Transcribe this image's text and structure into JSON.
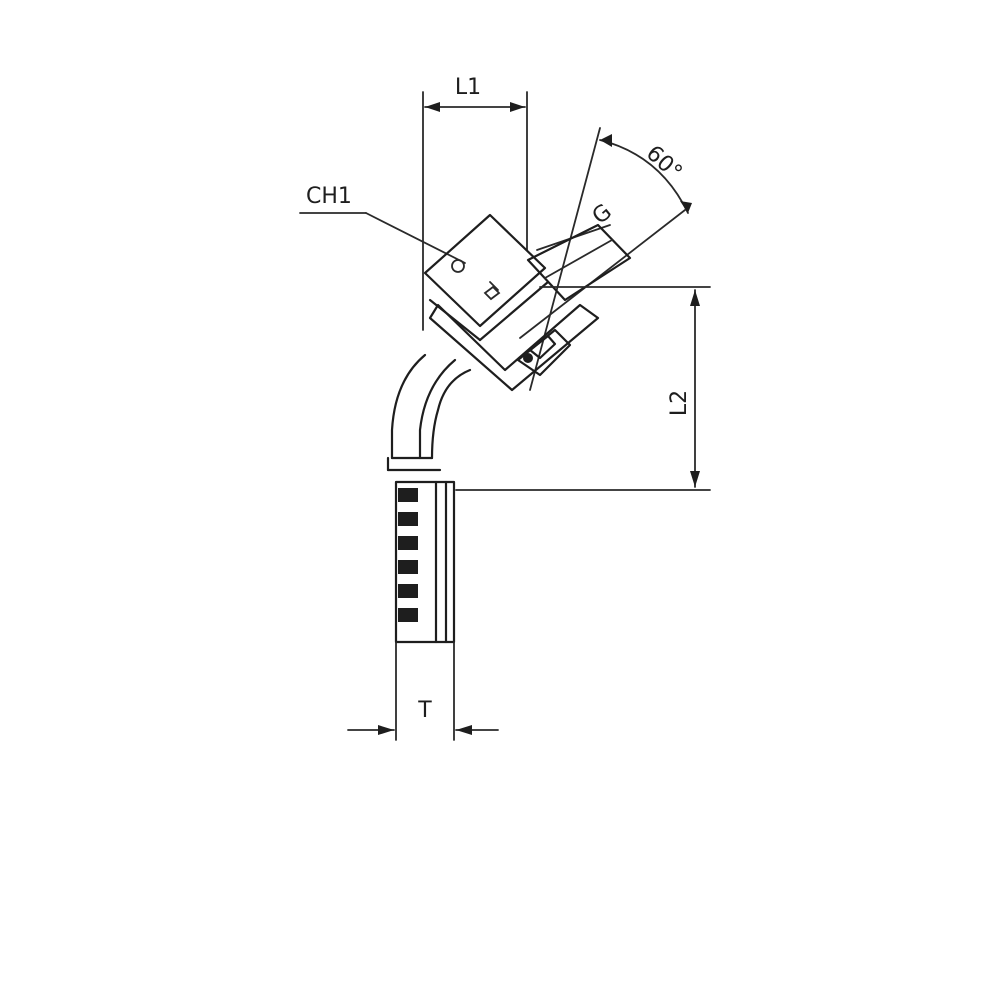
{
  "drawing": {
    "labels": {
      "l1": "L1",
      "l2": "L2",
      "ch1": "CH1",
      "g": "G",
      "angle": "60°",
      "t": "T"
    },
    "colors": {
      "stroke": "#1e1e1e",
      "background": "#ffffff"
    }
  }
}
